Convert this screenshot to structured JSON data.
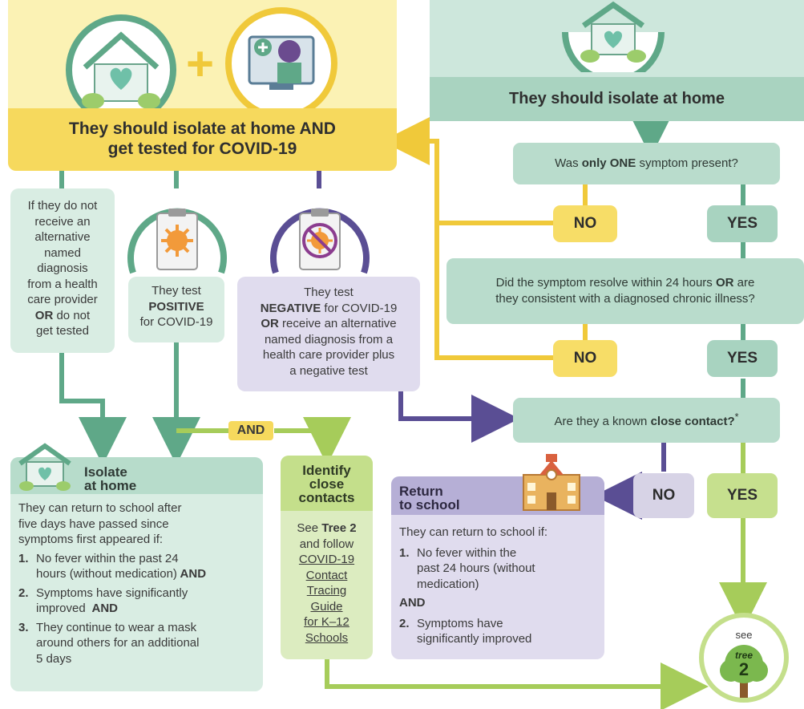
{
  "left_banner": {
    "line1": "They should isolate at home AND",
    "line2": "get tested for COVID-19"
  },
  "right_banner": {
    "text": "They should isolate at home"
  },
  "q1": {
    "pre": "Was ",
    "bold": "only ONE",
    "post": " symptom present?"
  },
  "q2": {
    "line1_pre": "Did the symptom resolve within 24 hours ",
    "line1_bold": "OR",
    "line1_post": " are",
    "line2": "they consistent with a diagnosed chronic illness?"
  },
  "q3": {
    "pre": "Are they a known ",
    "bold": "close contact?",
    "sup": "*"
  },
  "answers": {
    "no": "NO",
    "yes": "YES"
  },
  "plus_sign": "+",
  "untested_box": {
    "l1": "If they do not",
    "l2": "receive an",
    "l3": "alternative",
    "l4": "named",
    "l5": "diagnosis",
    "l6": "from a health",
    "l7": "care provider",
    "l8": "OR",
    "l9": "do not",
    "l10": "get tested"
  },
  "positive_box": {
    "l1": "They test",
    "l2": "POSITIVE",
    "l3": "for COVID-19"
  },
  "negative_box": {
    "l1": "They test",
    "l2_bold": "NEGATIVE",
    "l2_post": " for COVID-19",
    "l3_bold": "OR",
    "l3_post": " receive an alternative",
    "l4": "named diagnosis from a",
    "l5": "health care provider plus",
    "l6": "a negative test"
  },
  "and_label": "AND",
  "isolate_card": {
    "title1": "Isolate",
    "title2": "at home",
    "intro1": "They can return to school after",
    "intro2": "five days have passed since",
    "intro3": "symptoms first appeared if:",
    "items": [
      {
        "num": "1.",
        "l1": "No fever within the past 24",
        "l2": "hours (without medication)",
        "bold": " AND"
      },
      {
        "num": "2.",
        "l1": "Symptoms have significantly",
        "l2": "improved",
        "bold": "  AND"
      },
      {
        "num": "3.",
        "l1": "They continue to wear a mask",
        "l2": "around others for an additional",
        "l3": "5 days"
      }
    ]
  },
  "identify_card": {
    "t1": "Identify",
    "t2": "close",
    "t3": "contacts",
    "see": "See ",
    "tree": "Tree 2",
    "follow1": "and follow",
    "links": [
      "COVID-19",
      "Contact",
      "Tracing",
      "Guide",
      "for K–12",
      "Schools"
    ]
  },
  "return_card": {
    "t1": "Return",
    "t2": "to school",
    "intro": "They can return to school if:",
    "item1": {
      "num": "1.",
      "l1": "No fever within the",
      "l2": "past 24 hours (without",
      "l3": "medication)"
    },
    "and": "AND",
    "item2": {
      "num": "2.",
      "l1": "Symptoms have",
      "l2": "significantly improved"
    }
  },
  "tree_badge": {
    "see": "see",
    "tree": "tree",
    "num": "2"
  },
  "colors": {
    "yellow": "#f0c93a",
    "green": "#5fa888",
    "purple": "#5a4e94",
    "lime": "#a6cc5a"
  }
}
